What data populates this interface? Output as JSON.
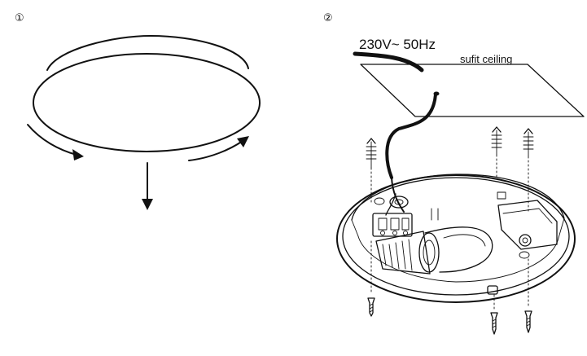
{
  "steps": {
    "step1_number": "①",
    "step2_number": "②"
  },
  "labels": {
    "voltage": "230V~ 50Hz",
    "ceiling": "sufit ceiling"
  }
}
